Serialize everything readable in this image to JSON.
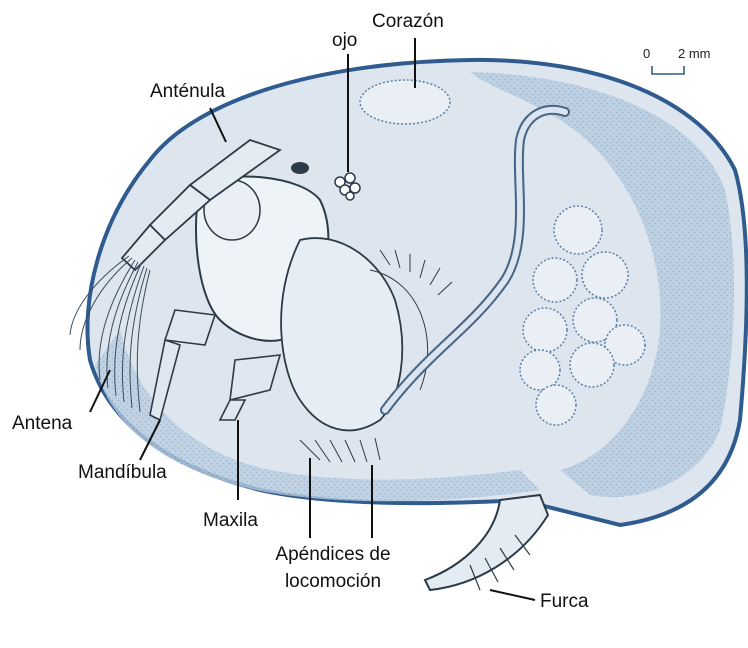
{
  "labels": {
    "corazon": "Corazón",
    "ojo": "ojo",
    "antenula": "Anténula",
    "antena": "Antena",
    "mandibula": "Mandíbula",
    "maxila": "Maxila",
    "apendices_line1": "Apéndices de",
    "apendices_line2": "locomoción",
    "furca": "Furca"
  },
  "scale_bar": {
    "zero": "0",
    "value": "2 mm"
  },
  "colors": {
    "shell_outline": "#2f5b8f",
    "shell_fill": "#dde6ef",
    "body_fill": "#cfdbe8",
    "dark_fill": "#a9bfd5",
    "ink": "#2d3a47",
    "leader": "#111111"
  }
}
